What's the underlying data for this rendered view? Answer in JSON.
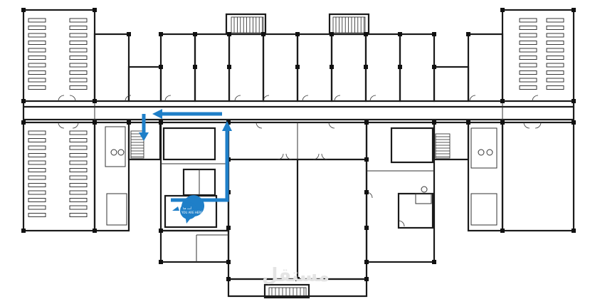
{
  "plan": {
    "route_color": "#1f7fc8",
    "marker": {
      "icon": "location-pin-icon",
      "line1": "أنت هنا",
      "line2": "YOU ARE HERE"
    },
    "watermark": "مستقل"
  }
}
